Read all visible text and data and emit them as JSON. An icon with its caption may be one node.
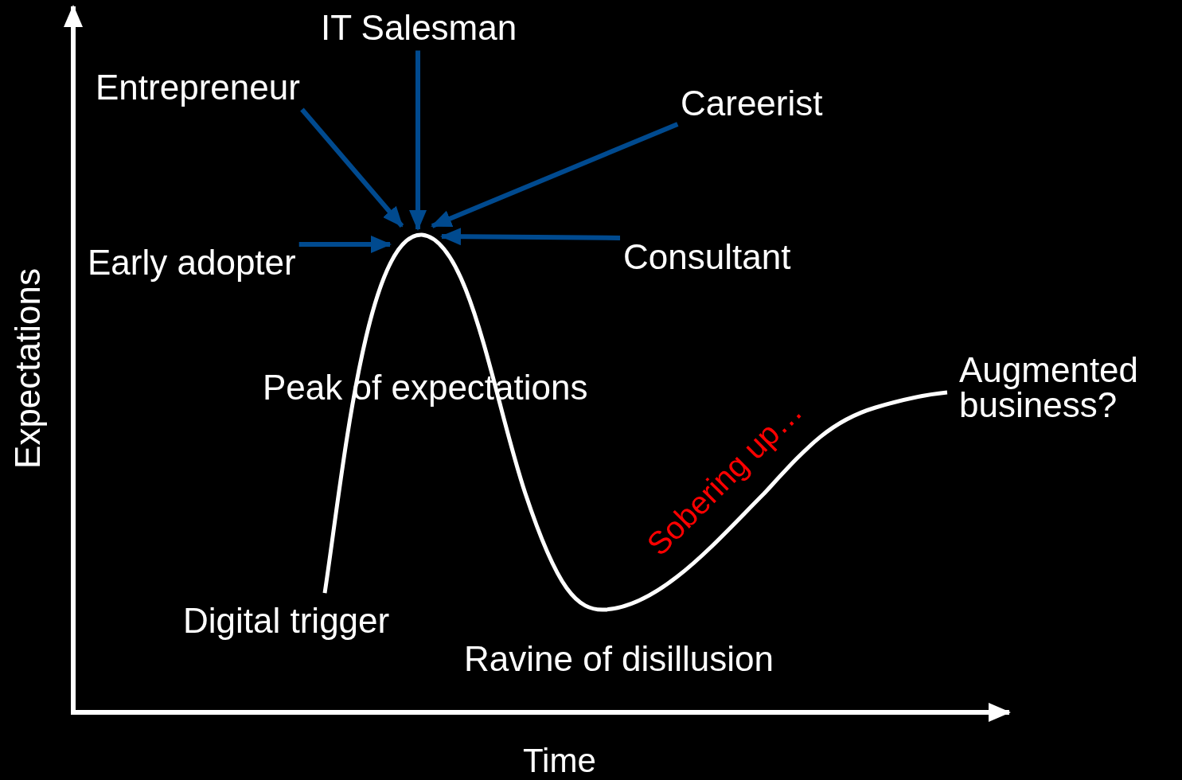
{
  "diagram": {
    "nodes": [
      {
        "text": [
          "IT Salesman"
        ]
      },
      {
        "text": [
          "Entrepreneur"
        ]
      },
      {
        "text": [
          "Careerist"
        ]
      },
      {
        "text": [
          "Early adopter"
        ]
      },
      {
        "text": [
          "Consultant"
        ]
      }
    ],
    "edges": [
      {
        "from": 0,
        "to": null,
        "arrow": "to"
      },
      {
        "from": 1,
        "to": null,
        "arrow": "to"
      },
      {
        "from": 2,
        "to": null,
        "arrow": "to"
      },
      {
        "from": 3,
        "to": null,
        "arrow": "to"
      },
      {
        "from": 4,
        "to": null,
        "arrow": "to"
      }
    ],
    "labels": [
      "Expectations",
      "Peak of expectations",
      "Sobering up…",
      "Augmented business?",
      "Digital trigger",
      "Ravine of disillusion",
      "Time"
    ]
  }
}
